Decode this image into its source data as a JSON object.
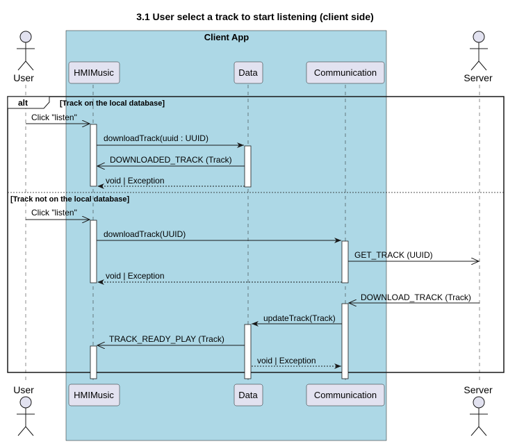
{
  "diagram": {
    "title": "3.1 User select a track to start listening (client side)",
    "box_title": "Client App",
    "colors": {
      "box_fill": "#ADD8E6",
      "participant_fill": "#E2E2F0",
      "participant_border": "#181818",
      "lifeline": "#181818",
      "activation_fill": "#FFFFFF"
    },
    "participants": {
      "user": "User",
      "hmi": "HMIMusic",
      "data": "Data",
      "comm": "Communication",
      "server": "Server"
    },
    "alt": {
      "keyword": "alt",
      "guard1": "[Track on the local database]",
      "guard2": "[Track not on the local database]"
    },
    "messages": {
      "m1": "Click \"listen\"",
      "m2": "downloadTrack(uuid : UUID)",
      "m3": "DOWNLOADED_TRACK (Track)",
      "m4": "void | Exception",
      "m5": "Click \"listen\"",
      "m6": "downloadTrack(UUID)",
      "m7": "GET_TRACK (UUID)",
      "m8": "void | Exception",
      "m9": "DOWNLOAD_TRACK (Track)",
      "m10": "updateTrack(Track)",
      "m11": "TRACK_READY_PLAY (Track)",
      "m12": "void | Exception"
    }
  }
}
